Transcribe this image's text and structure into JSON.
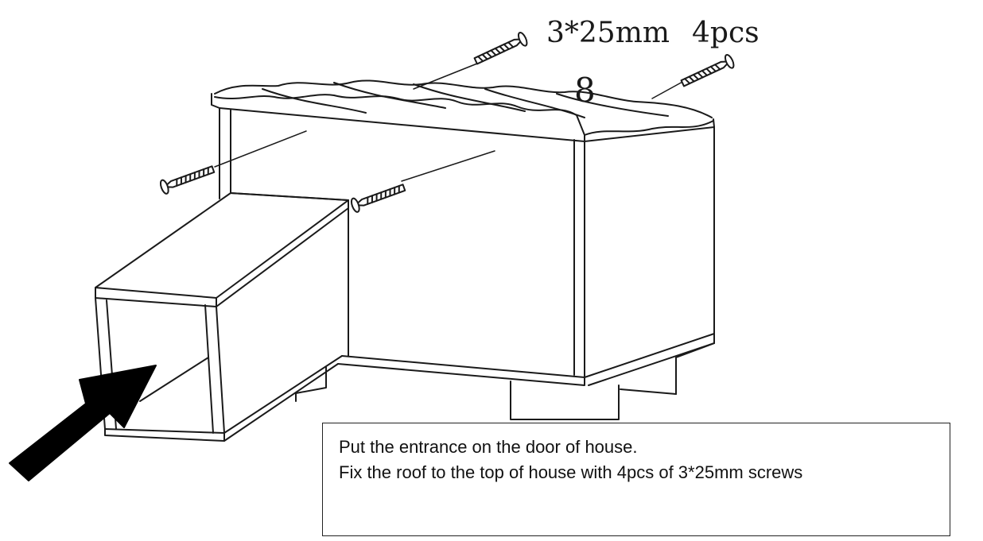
{
  "screw_spec": {
    "size": "3*25mm",
    "quantity": "4pcs"
  },
  "step_number": "8",
  "instructions": [
    "Put the entrance on the door of house.",
    "Fix the roof to the top of house with 4pcs of 3*25mm screws"
  ],
  "colors": {
    "line": "#1a1a1a",
    "background": "#ffffff",
    "arrow": "#000000"
  },
  "icons": [
    "screw-icon",
    "arrow-icon"
  ]
}
